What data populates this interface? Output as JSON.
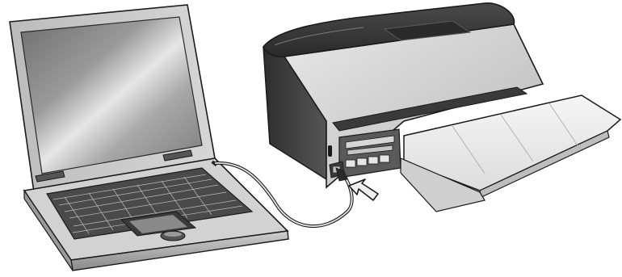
{
  "illustration": {
    "subject_devices": [
      "laptop-computer",
      "photo-printer"
    ],
    "connection": "usb-cable",
    "pointer": "arrow-icon",
    "palette": {
      "outline": "#1a1a1a",
      "dark_body": "#3a3a3a",
      "mid_gray": "#8c8c8c",
      "light_gray": "#d9d9d9",
      "paper_white": "#f4f4f4",
      "screen_highlight": "#eeeeee"
    }
  }
}
